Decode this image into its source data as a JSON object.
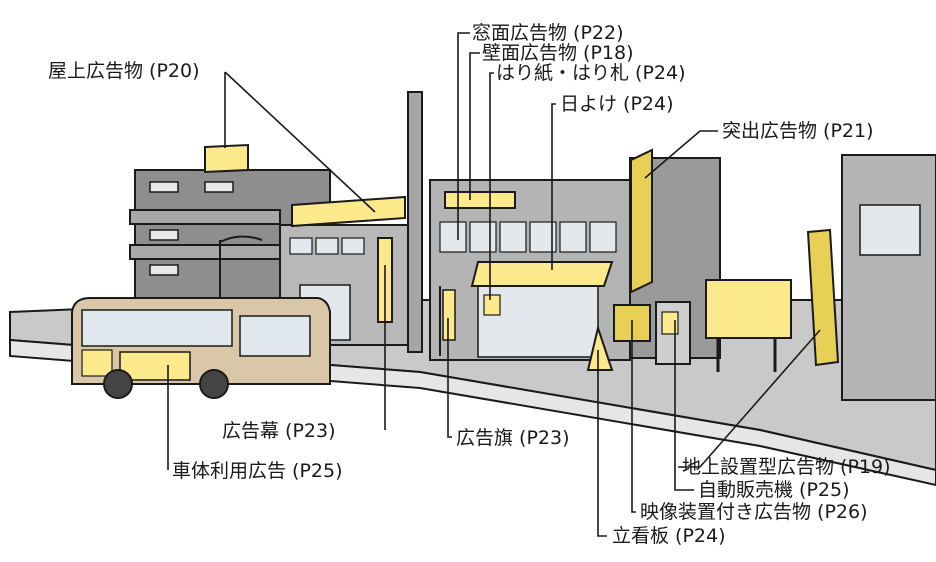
{
  "colors": {
    "sign": "#fbe98c",
    "sign_dark": "#e8cf55",
    "building_dark": "#8a8a8a",
    "building_mid": "#b4b4b4",
    "building_light": "#d4d4d4",
    "window": "#dde4ea",
    "road": "#c8c8c8",
    "bus_body": "#d9c7a8",
    "bus_roof": "#b59a7a",
    "line": "#1a1a1a"
  },
  "labels": {
    "rooftop": "屋上広告物 (P20)",
    "window_ad": "窓面広告物 (P22)",
    "wall_ad": "壁面広告物 (P18)",
    "poster": "はり紙・はり札 (P24)",
    "awning": "日よけ (P24)",
    "projecting": "突出広告物 (P21)",
    "banner": "広告幕 (P23)",
    "flag": "広告旗 (P23)",
    "vehicle": "車体利用広告 (P25)",
    "ground": "地上設置型広告物 (P19)",
    "vending": "自動販売機 (P25)",
    "video": "映像装置付き広告物 (P26)",
    "standing": "立看板 (P24)"
  }
}
